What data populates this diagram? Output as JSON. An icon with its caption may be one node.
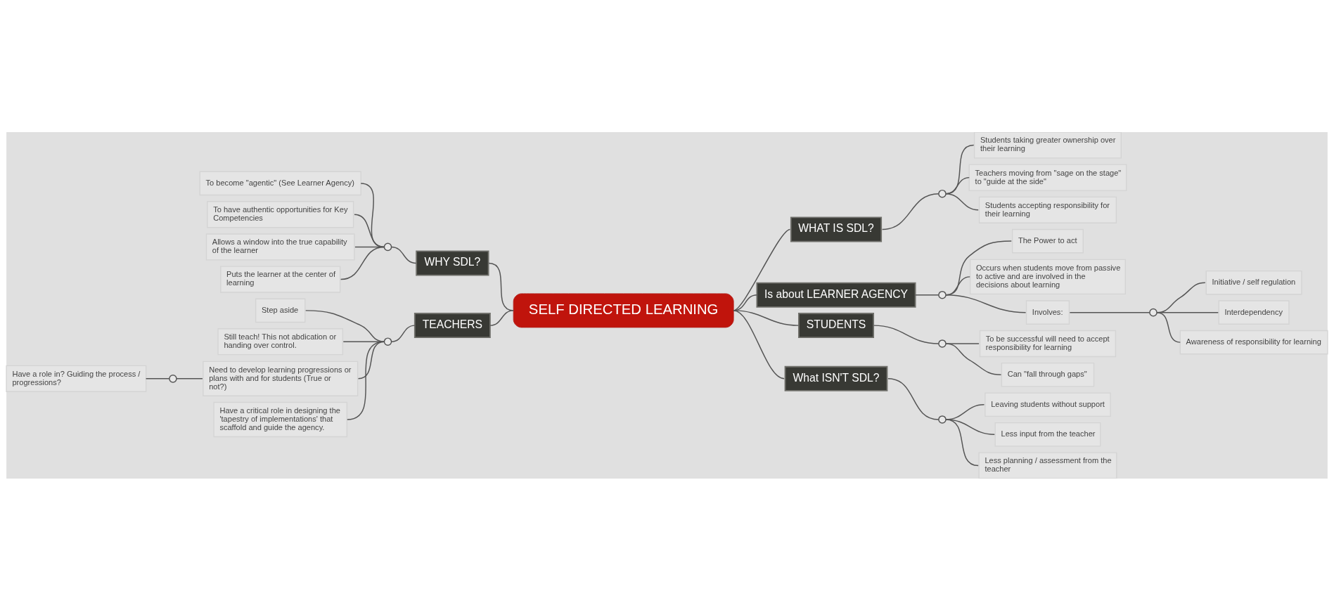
{
  "diagram": {
    "nodes": [
      {
        "text": [
          "SELF DIRECTED LEARNING"
        ]
      },
      {
        "text": [
          "WHAT IS SDL?"
        ]
      },
      {
        "text": [],
        "shape": "circle"
      },
      {
        "text": [
          "Students taking greater ownership over their learning"
        ]
      },
      {
        "text": [
          "Teachers moving from \"sage on the stage\" to \"guide at the side\""
        ]
      },
      {
        "text": [
          "Students accepting responsibility for their learning"
        ]
      },
      {
        "text": [
          "Is about LEARNER AGENCY"
        ]
      },
      {
        "text": [],
        "shape": "circle"
      },
      {
        "text": [
          "The Power to act"
        ]
      },
      {
        "text": [
          "Occurs when students move from passive to active and are involved in the decisions about learning"
        ]
      },
      {
        "text": [
          "Involves:"
        ]
      },
      {
        "text": [],
        "shape": "circle"
      },
      {
        "text": [
          "Initiative / self regulation"
        ]
      },
      {
        "text": [
          "Interdependency"
        ]
      },
      {
        "text": [
          "Awareness of responsibility for learning"
        ]
      },
      {
        "text": [
          "STUDENTS"
        ]
      },
      {
        "text": [],
        "shape": "circle"
      },
      {
        "text": [
          "To be successful will need to accept responsibility for learning"
        ]
      },
      {
        "text": [
          "Can \"fall through gaps\""
        ]
      },
      {
        "text": [
          "What ISN'T SDL?"
        ]
      },
      {
        "text": [],
        "shape": "circle"
      },
      {
        "text": [
          "Leaving students without support"
        ]
      },
      {
        "text": [
          "Less input from the teacher"
        ]
      },
      {
        "text": [
          "Less planning / assessment from the teacher"
        ]
      },
      {
        "text": [
          "WHY SDL?"
        ]
      },
      {
        "text": [],
        "shape": "circle"
      },
      {
        "text": [
          "To become \"agentic\" (See Learner Agency)"
        ]
      },
      {
        "text": [
          "To have authentic opportunities for Key Competencies"
        ]
      },
      {
        "text": [
          "Allows a window into the true capability of the learner"
        ]
      },
      {
        "text": [
          "Puts the learner at the center of learning"
        ]
      },
      {
        "text": [
          "TEACHERS"
        ]
      },
      {
        "text": [],
        "shape": "circle"
      },
      {
        "text": [
          "Step aside"
        ]
      },
      {
        "text": [
          "Still teach! This not abdication or handing over control."
        ]
      },
      {
        "text": [
          "Need to develop learning progressions or plans with and for students (True or not?)"
        ]
      },
      {
        "text": [],
        "shape": "circle"
      },
      {
        "text": [
          "Have a role in? Guiding the process / progressions?"
        ]
      },
      {
        "text": [
          "Have a critical role in designing the 'tapestry of implementations' that scaffold and guide the agency."
        ]
      }
    ],
    "edges": [
      {
        "from": 0,
        "to": 1,
        "arrow": "none"
      },
      {
        "from": 1,
        "to": 2,
        "arrow": "none"
      },
      {
        "from": 2,
        "to": 3,
        "arrow": "none"
      },
      {
        "from": 2,
        "to": 4,
        "arrow": "none"
      },
      {
        "from": 2,
        "to": 5,
        "arrow": "none"
      },
      {
        "from": 0,
        "to": 6,
        "arrow": "none"
      },
      {
        "from": 6,
        "to": 7,
        "arrow": "none"
      },
      {
        "from": 7,
        "to": 8,
        "arrow": "none"
      },
      {
        "from": 7,
        "to": 9,
        "arrow": "none"
      },
      {
        "from": 7,
        "to": 10,
        "arrow": "none"
      },
      {
        "from": 10,
        "to": 11,
        "arrow": "none"
      },
      {
        "from": 11,
        "to": 12,
        "arrow": "none"
      },
      {
        "from": 11,
        "to": 13,
        "arrow": "none"
      },
      {
        "from": 11,
        "to": 14,
        "arrow": "none"
      },
      {
        "from": 0,
        "to": 15,
        "arrow": "none"
      },
      {
        "from": 15,
        "to": 16,
        "arrow": "none"
      },
      {
        "from": 16,
        "to": 17,
        "arrow": "none"
      },
      {
        "from": 16,
        "to": 18,
        "arrow": "none"
      },
      {
        "from": 0,
        "to": 19,
        "arrow": "none"
      },
      {
        "from": 19,
        "to": 20,
        "arrow": "none"
      },
      {
        "from": 20,
        "to": 21,
        "arrow": "none"
      },
      {
        "from": 20,
        "to": 22,
        "arrow": "none"
      },
      {
        "from": 20,
        "to": 23,
        "arrow": "none"
      },
      {
        "from": 24,
        "to": 0,
        "arrow": "none"
      },
      {
        "from": 25,
        "to": 24,
        "arrow": "none"
      },
      {
        "from": 26,
        "to": 25,
        "arrow": "none"
      },
      {
        "from": 27,
        "to": 25,
        "arrow": "none"
      },
      {
        "from": 28,
        "to": 25,
        "arrow": "none"
      },
      {
        "from": 29,
        "to": 25,
        "arrow": "none"
      },
      {
        "from": 30,
        "to": 0,
        "arrow": "none"
      },
      {
        "from": 31,
        "to": 30,
        "arrow": "none"
      },
      {
        "from": 32,
        "to": 31,
        "arrow": "none"
      },
      {
        "from": 33,
        "to": 31,
        "arrow": "none"
      },
      {
        "from": 34,
        "to": 31,
        "arrow": "none"
      },
      {
        "from": 35,
        "to": 34,
        "arrow": "none"
      },
      {
        "from": 36,
        "to": 35,
        "arrow": "none"
      },
      {
        "from": 37,
        "to": 31,
        "arrow": "none"
      }
    ]
  }
}
